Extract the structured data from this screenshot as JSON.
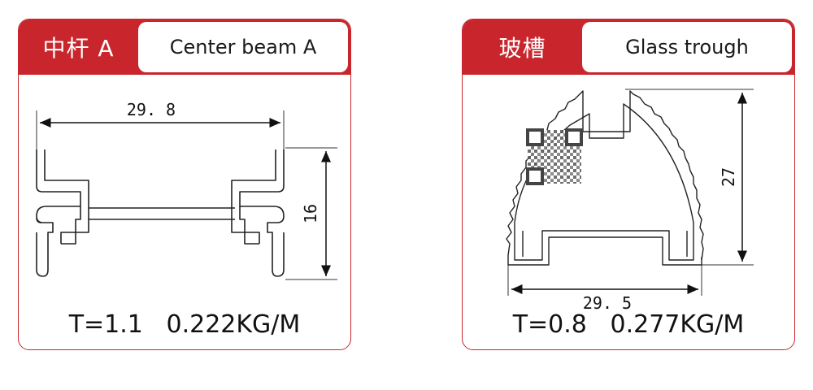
{
  "cards": [
    {
      "tag": "中杆 A",
      "name": "Center beam A",
      "width_label": "29. 8",
      "height_label": "16",
      "spec": "T=1.1   0.222KG/M"
    },
    {
      "tag": "玻槽",
      "name": "Glass trough",
      "width_label": "29. 5",
      "height_label": "27",
      "spec": "T=0.8   0.277KG/M"
    }
  ],
  "colors": {
    "accent": "#c8262c",
    "line": "#222222"
  },
  "icons": {
    "qr": "qr-code-icon"
  }
}
